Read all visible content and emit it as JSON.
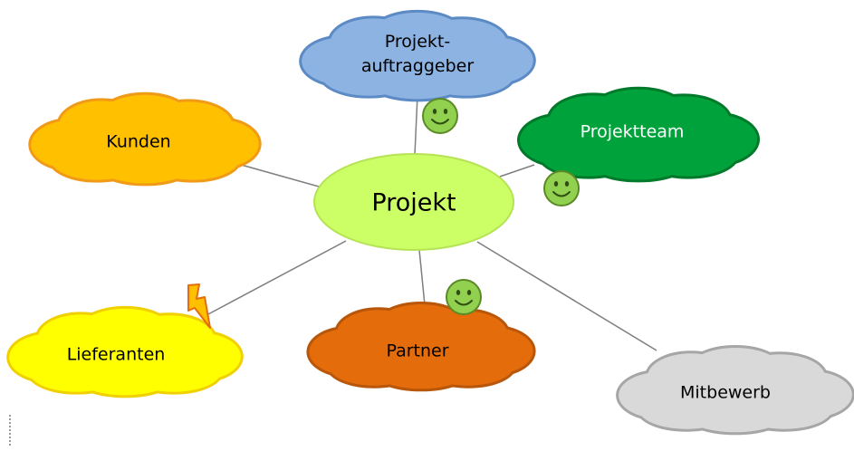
{
  "center": {
    "label": "Projekt"
  },
  "nodes": [
    {
      "id": "auftraggeber",
      "label_lines": [
        "Projekt-",
        "auftraggeber"
      ],
      "status": "smiley",
      "fill": "#8db3e2",
      "stroke": "#5b8ac5",
      "text_color": "#000000"
    },
    {
      "id": "projektteam",
      "label_lines": [
        "Projektteam"
      ],
      "status": "smiley",
      "fill": "#00a33b",
      "stroke": "#007a2a",
      "text_color": "#ffffff"
    },
    {
      "id": "kunden",
      "label_lines": [
        "Kunden"
      ],
      "status": null,
      "fill": "#ffc000",
      "stroke": "#f09a18",
      "text_color": "#000000"
    },
    {
      "id": "lieferanten",
      "label_lines": [
        "Lieferanten"
      ],
      "status": "lightning",
      "fill": "#ffff00",
      "stroke": "#f0d000",
      "text_color": "#000000"
    },
    {
      "id": "partner",
      "label_lines": [
        "Partner"
      ],
      "status": "smiley",
      "fill": "#e46c0a",
      "stroke": "#b8560a",
      "text_color": "#000000"
    },
    {
      "id": "mitbewerb",
      "label_lines": [
        "Mitbewerb"
      ],
      "status": null,
      "fill": "#d9d9d9",
      "stroke": "#a6a6a6",
      "text_color": "#000000"
    }
  ],
  "colors": {
    "center_fill": "#ccff66",
    "center_stroke": "#b6e356",
    "connector": "#7f7f7f",
    "smiley_fill": "#92d050",
    "smiley_stroke": "#5a8a26"
  }
}
